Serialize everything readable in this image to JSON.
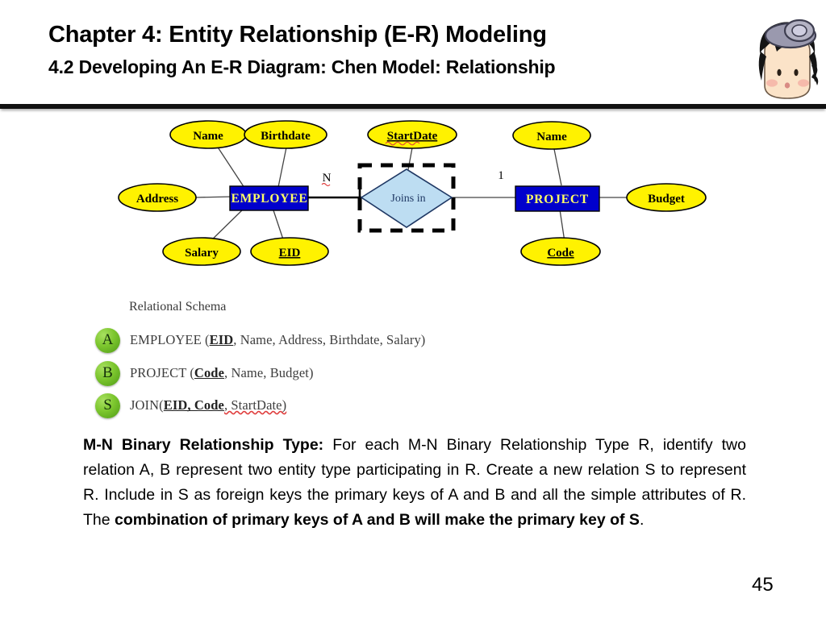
{
  "header": {
    "title": "Chapter 4: Entity Relationship (E-R) Modeling",
    "subtitle": "4.2 Developing An E-R Diagram: Chen Model: Relationship",
    "avatar_name": "student-avatar-icon"
  },
  "er_diagram": {
    "entities": [
      {
        "id": "employee",
        "label": "EMPLOYEE",
        "shape": "rectangle",
        "fill": "#0000CC",
        "text_color": "#FFFF66"
      },
      {
        "id": "project",
        "label": "PROJECT",
        "shape": "rectangle",
        "fill": "#0000CC",
        "text_color": "#FFFF66"
      }
    ],
    "relationship": {
      "id": "joins-in",
      "label": "Joins in",
      "shape": "diamond",
      "fill": "#BDDDF2",
      "text_color": "#1F3864",
      "border_style": "dashed-outer-box"
    },
    "attributes": [
      {
        "id": "employee-name",
        "label": "Name",
        "owner": "employee",
        "key": false
      },
      {
        "id": "employee-birthdate",
        "label": "Birthdate",
        "owner": "employee",
        "key": false
      },
      {
        "id": "employee-address",
        "label": "Address",
        "owner": "employee",
        "key": false
      },
      {
        "id": "employee-salary",
        "label": "Salary",
        "owner": "employee",
        "key": false
      },
      {
        "id": "employee-eid",
        "label": "EID",
        "owner": "employee",
        "key": true
      },
      {
        "id": "relationship-startdate",
        "label": "StartDate",
        "owner": "joins-in",
        "key": true
      },
      {
        "id": "project-name",
        "label": "Name",
        "owner": "project",
        "key": false
      },
      {
        "id": "project-budget",
        "label": "Budget",
        "owner": "project",
        "key": false
      },
      {
        "id": "project-code",
        "label": "Code",
        "owner": "project",
        "key": true
      }
    ],
    "cardinalities": [
      {
        "id": "employee-side",
        "label": "N"
      },
      {
        "id": "project-side",
        "label": "1"
      }
    ],
    "colors": {
      "attribute_fill": "#FFF200",
      "attribute_stroke": "#000000",
      "entity_fill": "#0000CC",
      "relationship_fill": "#BDDDF2",
      "line": "#333333"
    }
  },
  "relational_schema": {
    "heading": "Relational Schema",
    "rows": [
      {
        "badge": "A",
        "relation": "EMPLOYEE",
        "open": " (",
        "key": "EID",
        "rest": ", Name, Address, Birthdate, Salary)",
        "full": "EMPLOYEE (EID, Name, Address, Birthdate, Salary)"
      },
      {
        "badge": "B",
        "relation": "PROJECT",
        "open": " (",
        "key": "Code",
        "rest": ", Name, Budget)",
        "full": "PROJECT (Code, Name, Budget)"
      },
      {
        "badge": "S",
        "relation": "JOIN",
        "open": "(",
        "key": "EID, Code",
        "rest": ", StartDate)",
        "full": "JOIN(EID, Code, StartDate)"
      }
    ]
  },
  "body": {
    "lead": "M-N Binary Relationship Type:",
    "text_part_1": " For each M-N Binary Relationship Type R, identify two relation A, B represent two entity type participating in R. Create a new relation S to represent R. Include in S as foreign keys the primary keys of A and B and all the simple attributes of R. The ",
    "bold_tail": "combination of primary keys of A and B will make the primary key of S",
    "period": "."
  },
  "footer": {
    "page_number": "45"
  }
}
